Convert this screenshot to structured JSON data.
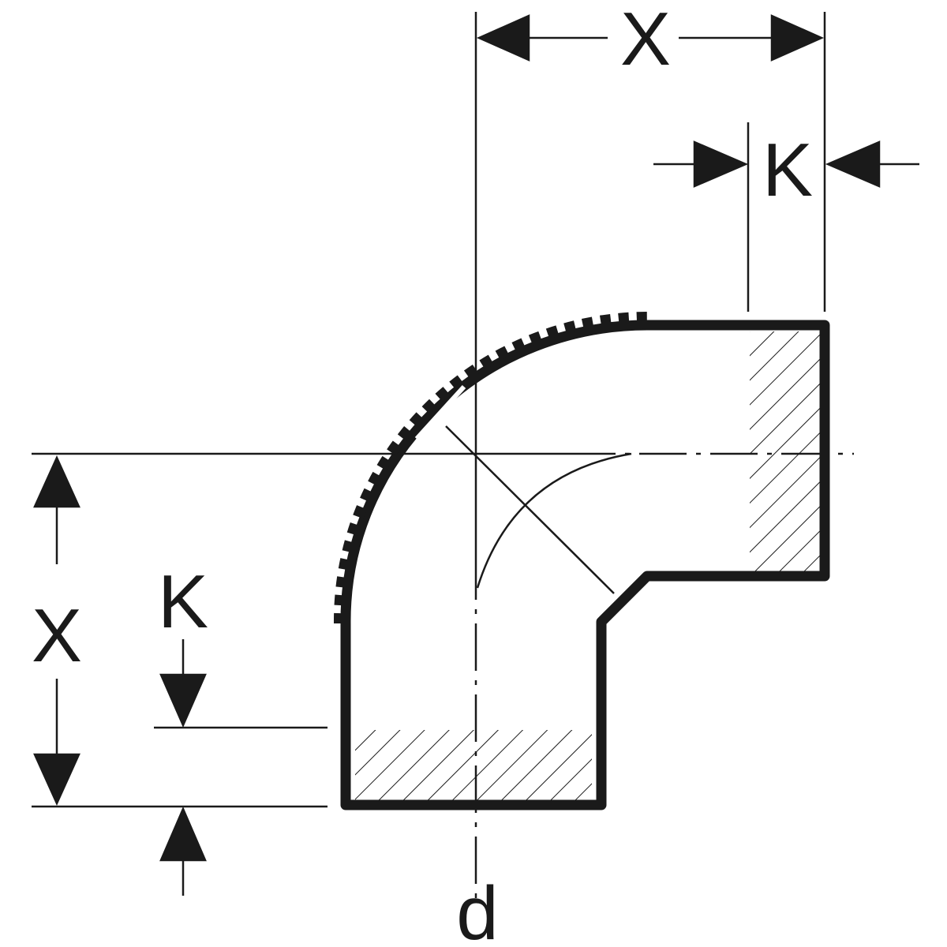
{
  "diagram": {
    "labels": {
      "top_x": "X",
      "top_k": "K",
      "left_x": "X",
      "left_k": "K",
      "diameter": "d"
    },
    "colors": {
      "line": "#1a1a1a",
      "background": "#ffffff"
    }
  }
}
